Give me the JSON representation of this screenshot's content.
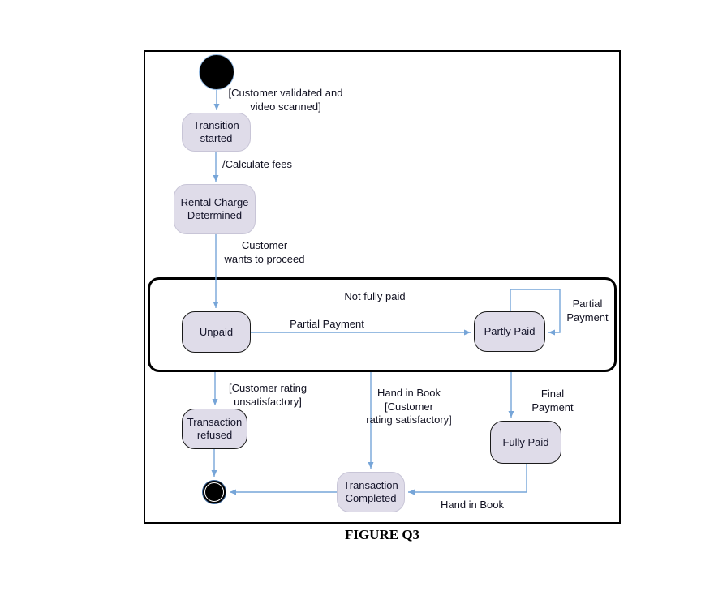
{
  "caption": "FIGURE Q3",
  "colors": {
    "arrow": "#76a5d8",
    "state_fill": "#dfdce9",
    "state_border": "#1a1a1a",
    "composite_border": "#000000",
    "text": "#101020"
  },
  "states": {
    "transition_started": {
      "label": "Transition\nstarted"
    },
    "rental_charge_determined": {
      "label": "Rental Charge\nDetermined"
    },
    "unpaid": {
      "label": "Unpaid"
    },
    "partly_paid": {
      "label": "Partly Paid"
    },
    "transaction_refused": {
      "label": "Transaction\nrefused"
    },
    "fully_paid": {
      "label": "Fully Paid"
    },
    "transaction_completed": {
      "label": "Transaction\nCompleted"
    }
  },
  "transitions": {
    "customer_validated": "[Customer validated and\nvideo scanned]",
    "calculate_fees": "/Calculate fees",
    "customer_proceed": "Customer\nwants to proceed",
    "not_fully_paid": "Not fully paid",
    "partial_payment": "Partial Payment",
    "partial_payment_loop": "Partial\nPayment",
    "rating_unsatisfactory": "[Customer rating\nunsatisfactory]",
    "hand_in_book_satisfactory": "Hand in Book\n[Customer\nrating satisfactory]",
    "final_payment": "Final\nPayment",
    "hand_in_book": "Hand in Book"
  }
}
